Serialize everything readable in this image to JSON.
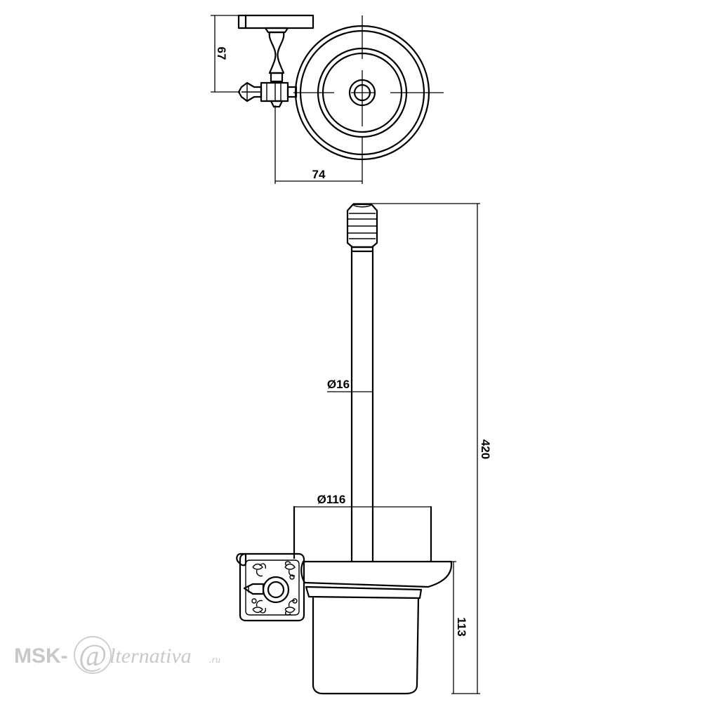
{
  "dimensions": {
    "mount_depth": "67",
    "mount_offset": "74",
    "handle_diameter": "Ø16",
    "cup_diameter": "Ø116",
    "total_height": "420",
    "cup_height": "113"
  },
  "watermark": {
    "prefix": "MSK-",
    "at_glyph": "@",
    "suffix": "lternativa",
    "domain": ".ru"
  },
  "colors": {
    "line": "#000000",
    "watermark": "#c8c8c8"
  }
}
